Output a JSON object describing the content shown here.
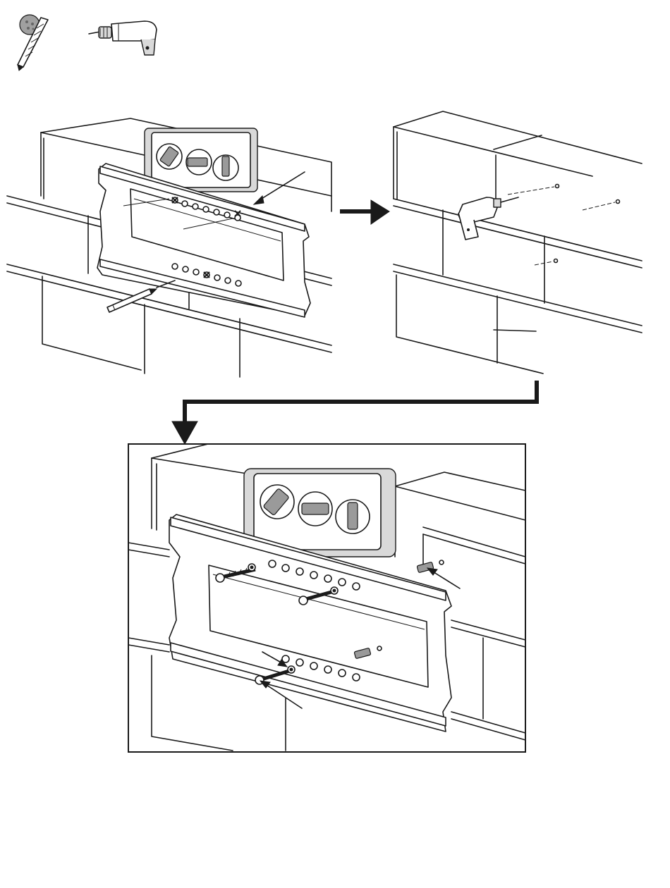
{
  "page": {
    "background": "#ffffff",
    "line_color": "#1a1a1a"
  },
  "tools": [
    {
      "name": "masonry-drill-bit-icon"
    },
    {
      "name": "power-drill-icon"
    }
  ],
  "steps": [
    {
      "id": "mark-holes",
      "tools": [
        "spirit-level",
        "wall-plate",
        "pencil"
      ]
    },
    {
      "id": "drill-holes",
      "tools": [
        "power-drill"
      ]
    },
    {
      "id": "fasten-plate",
      "tools": [
        "spirit-level",
        "wall-plate",
        "wall-anchors",
        "lag-bolts",
        "washers"
      ]
    }
  ],
  "flow": [
    "mark-holes",
    "drill-holes",
    "fasten-plate"
  ]
}
